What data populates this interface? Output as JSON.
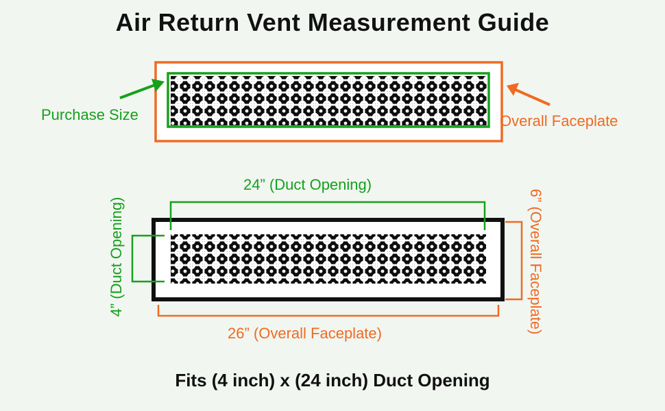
{
  "title": "Air Return Vent Measurement Guide",
  "top_vent": {
    "purchase_label": "Purchase Size",
    "faceplate_label": "Overall Faceplate"
  },
  "bottom_vent": {
    "width_duct": "24” (Duct Opening)",
    "width_faceplate": "26” (Overall Faceplate)",
    "height_duct": "4” (Duct Opening)",
    "height_faceplate": "6” (Overall Faceplate)"
  },
  "footer": "Fits (4 inch) x (24 inch) Duct Opening",
  "colors": {
    "green": "#16a01c",
    "orange": "#f06a22",
    "frame": "#111111"
  }
}
